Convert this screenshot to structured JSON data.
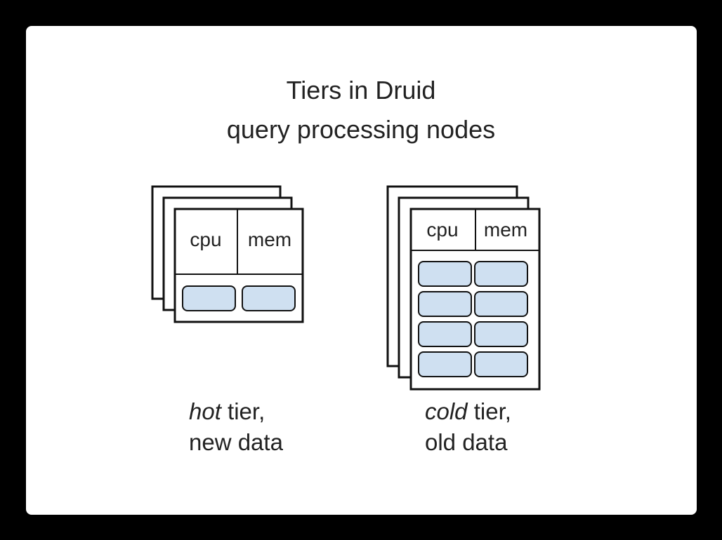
{
  "title": {
    "line1": "Tiers in Druid",
    "line2": "query processing nodes"
  },
  "hot_tier": {
    "cpu_label": "cpu",
    "mem_label": "mem",
    "caption_italic": "hot",
    "caption_rest": " tier,",
    "caption_line2": "new data"
  },
  "cold_tier": {
    "cpu_label": "cpu",
    "mem_label": "mem",
    "caption_italic": "cold",
    "caption_rest": " tier,",
    "caption_line2": "old data"
  },
  "colors": {
    "background": "#000000",
    "slide": "#ffffff",
    "segment_fill": "#cfe0f1",
    "stroke": "#111111"
  }
}
